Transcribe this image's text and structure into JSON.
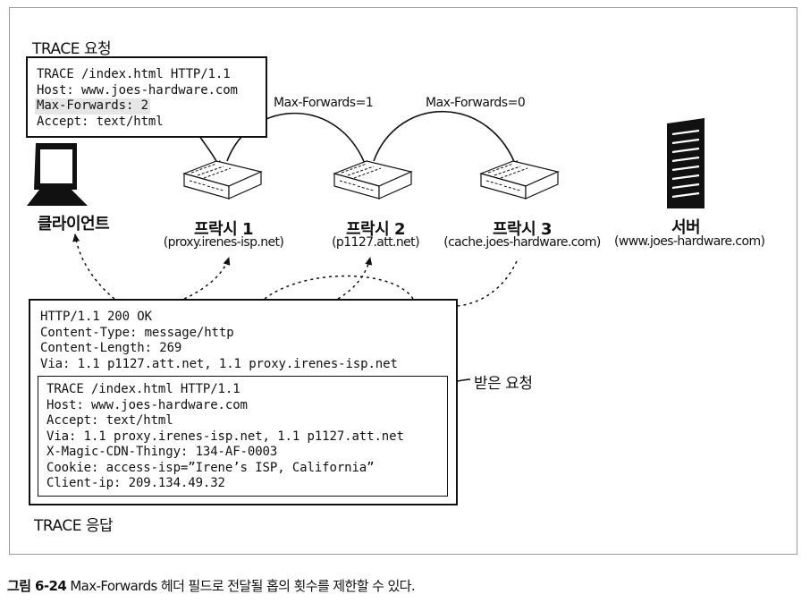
{
  "request": {
    "title": "TRACE 요청",
    "lines": [
      "TRACE /index.html HTTP/1.1",
      "Host: www.joes-hardware.com",
      "Max-Forwards: 2",
      "Accept: text/html"
    ]
  },
  "hops": {
    "first": "Max-Forwards=1",
    "second": "Max-Forwards=0"
  },
  "nodes": {
    "client": {
      "name": "클라이언트"
    },
    "proxy1": {
      "name": "프락시 1",
      "host": "(proxy.irenes-isp.net)"
    },
    "proxy2": {
      "name": "프락시 2",
      "host": "(p1127.att.net)"
    },
    "proxy3": {
      "name": "프락시 3",
      "host": "(cache.joes-hardware.com)"
    },
    "server": {
      "name": "서버",
      "host": "(www.joes-hardware.com)"
    }
  },
  "response": {
    "title": "TRACE 응답",
    "header_lines": [
      "HTTP/1.1 200 OK",
      "Content-Type: message/http",
      "Content-Length: 269",
      "Via: 1.1 p1127.att.net, 1.1 proxy.irenes-isp.net"
    ],
    "echo_lines": [
      "TRACE /index.html HTTP/1.1",
      "Host: www.joes-hardware.com",
      "Accept: text/html",
      "Via: 1.1 proxy.irenes-isp.net, 1.1 p1127.att.net",
      "X-Magic-CDN-Thingy: 134-AF-0003",
      "Cookie: access-isp=”Irene’s ISP, California”",
      "Client-ip: 209.134.49.32"
    ],
    "echo_label": "받은 요청"
  },
  "caption": {
    "number": "그림 6-24",
    "text": " Max-Forwards 헤더 필드로 전달될 홉의 횟수를 제한할 수 있다."
  }
}
